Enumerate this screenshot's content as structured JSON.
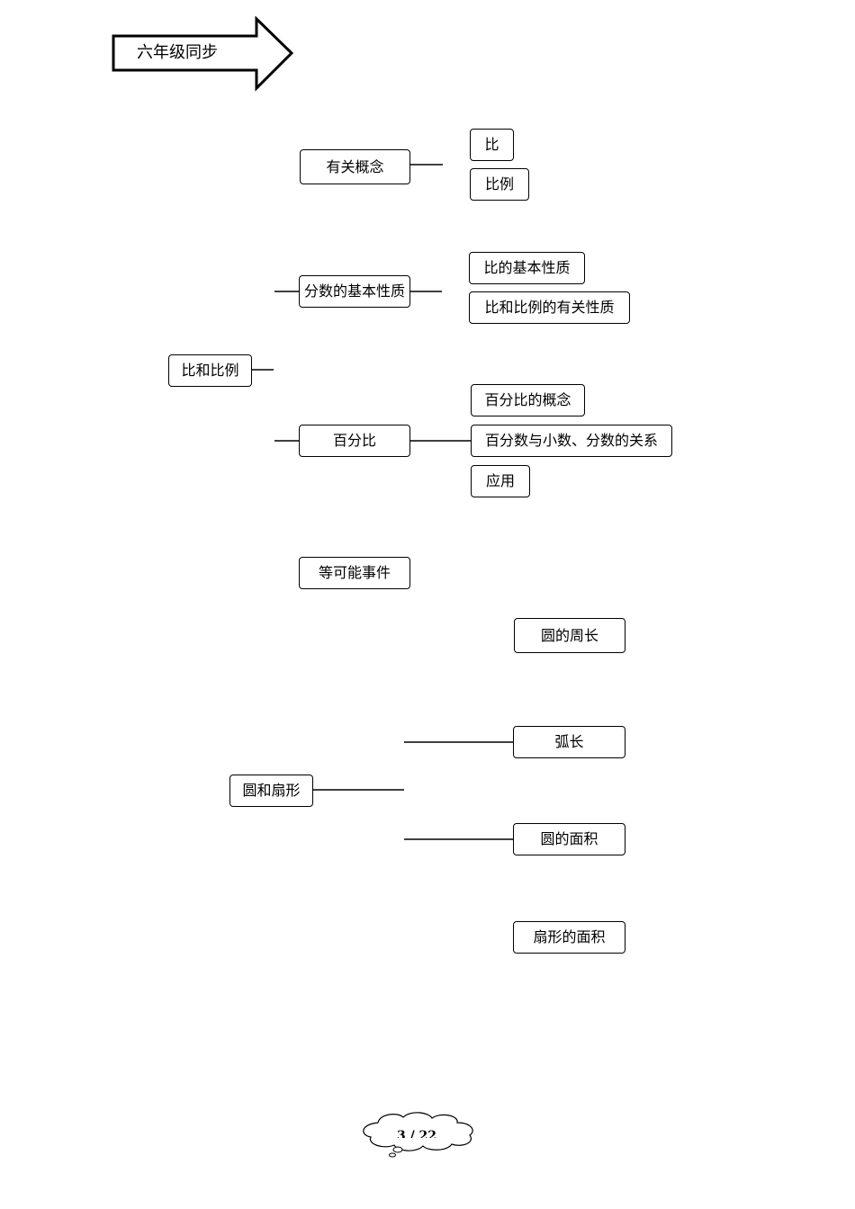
{
  "header": {
    "badge_label": "六年级同步"
  },
  "mindmap": {
    "ratio": {
      "label": "比和比例",
      "concepts": {
        "label": "有关概念",
        "items": [
          "比",
          "比例"
        ]
      },
      "properties": {
        "label": "分数的基本性质",
        "items": [
          "比的基本性质",
          "比和比例的有关性质"
        ]
      },
      "percent": {
        "label": "百分比",
        "items": [
          "百分比的概念",
          "百分数与小数、分数的关系",
          "应用"
        ]
      },
      "probability": {
        "label": "等可能事件"
      }
    },
    "circle": {
      "label": "圆和扇形",
      "items": [
        "圆的周长",
        "弧长",
        "圆的面积",
        "扇形的面积"
      ]
    }
  },
  "footer": {
    "page_number": "3 / 22"
  }
}
